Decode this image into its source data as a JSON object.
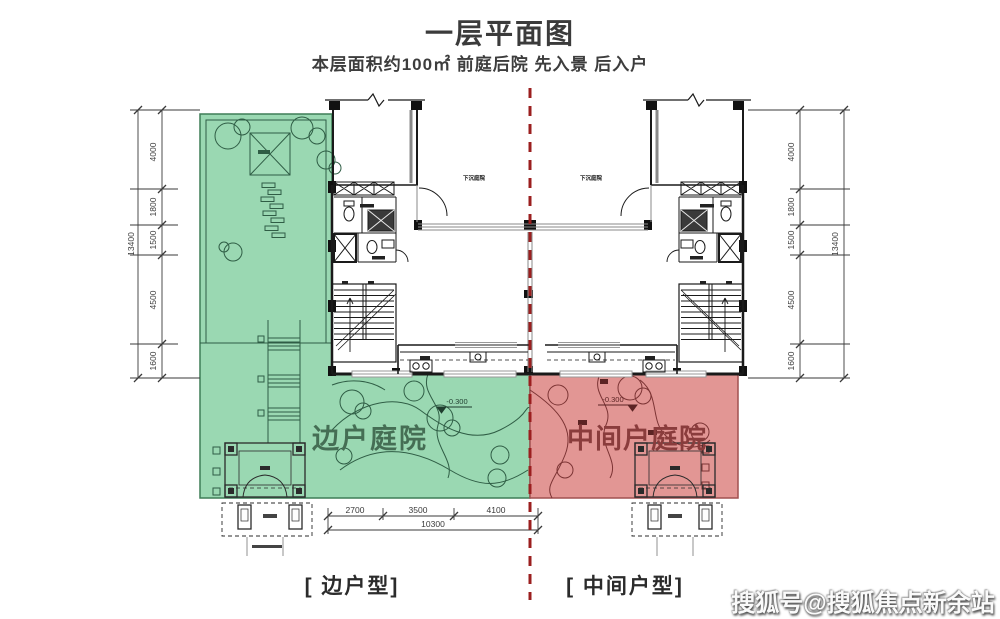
{
  "title": "一层平面图",
  "subtitle": "本层面积约100㎡  前庭后院  先入景 后入户",
  "plan": {
    "left_courtyard_label": "边户庭院",
    "middle_courtyard_label": "中间户庭院",
    "sunken_courtyard": "下沉庭院",
    "elevation": "-0.300"
  },
  "dimensions": {
    "vertical_total": "13400",
    "vertical_segments": [
      "4000",
      "1800",
      "1500",
      "4500",
      "1600"
    ],
    "horizontal_total": "10300",
    "horizontal_segments": [
      "2700",
      "3500",
      "4100"
    ]
  },
  "footer": {
    "left_unit_label": "[ 边户型]",
    "middle_unit_label": "[ 中间户型]"
  },
  "watermark": "搜狐号@搜狐焦点新余站",
  "colors": {
    "courtyard_green": "#9ad8b2",
    "courtyard_green_line": "#2f5d45",
    "courtyard_red": "#e29694",
    "courtyard_red_line": "#7c3434",
    "divider_red": "#9b1f1f",
    "green_label": "#456e54",
    "red_label": "#8a3c3c"
  }
}
